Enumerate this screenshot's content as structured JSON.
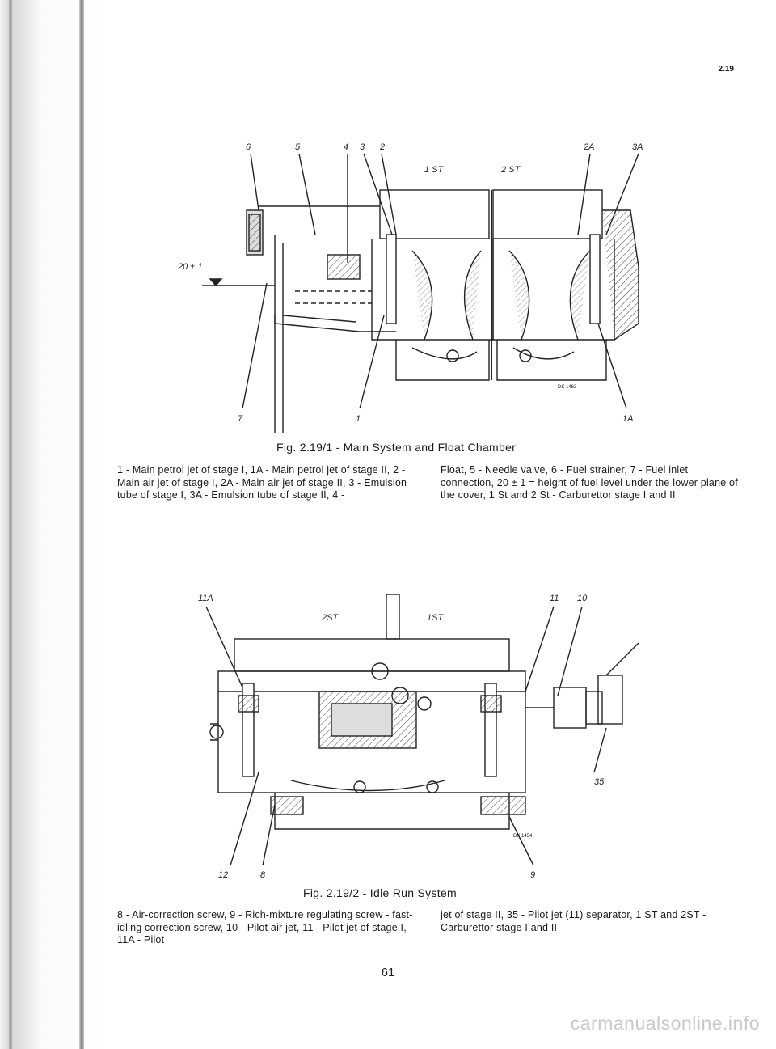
{
  "header": {
    "section_number": "2.19"
  },
  "figure1": {
    "callouts": {
      "c6": "6",
      "c5": "5",
      "c4": "4",
      "c3": "3",
      "c2": "2",
      "c2A": "2A",
      "c3A": "3A",
      "st1": "1 ST",
      "st2": "2 ST",
      "level": "20 ± 1",
      "c7": "7",
      "c1": "1",
      "c1A": "1A",
      "code": "DK 1463"
    },
    "caption": "Fig. 2.19/1 - Main System and Float Chamber",
    "legend_left": "1 - Main petrol jet of stage I, 1A - Main petrol jet of stage II, 2 - Main air jet of stage I, 2A - Main air jet of stage II, 3 - Emulsion tube of stage I, 3A - Emulsion tube of stage II, 4 -",
    "legend_right": "Float, 5 - Needle valve, 6 - Fuel strainer, 7 - Fuel inlet connection, 20 ± 1 = height of fuel level under the lower plane of the cover, 1 St and 2 St - Carburettor stage I and II"
  },
  "figure2": {
    "callouts": {
      "c11A": "11A",
      "c11": "11",
      "c10": "10",
      "st2": "2ST",
      "st1": "1ST",
      "c35": "35",
      "c12": "12",
      "c8": "8",
      "c9": "9",
      "code": "DK 1454"
    },
    "caption": "Fig. 2.19/2 - Idle Run System",
    "legend_left": "8 - Air-correction screw, 9 - Rich-mixture regulating screw - fast-idling correction screw, 10 - Pilot air jet, 11 - Pilot jet of stage I, 11A - Pilot",
    "legend_right": "jet of stage II, 35 - Pilot jet (11) separator, 1 ST and 2ST - Carburettor stage I and II"
  },
  "footer": {
    "page_number": "61",
    "watermark": "carmanualsonline.info"
  }
}
